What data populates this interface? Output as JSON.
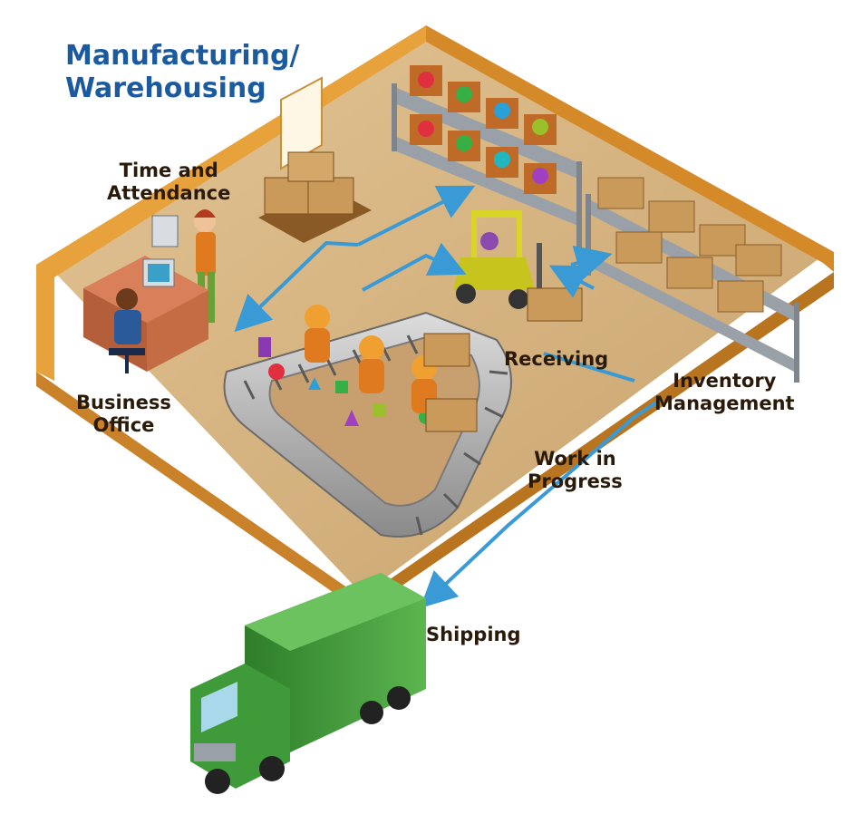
{
  "title": {
    "line1": "Manufacturing/",
    "line2": "Warehousing"
  },
  "areas": {
    "time_attendance": {
      "line1": "Time and",
      "line2": "Attendance"
    },
    "business_office": {
      "line1": "Business",
      "line2": "Office"
    },
    "receiving": "Receiving",
    "inventory": {
      "line1": "Inventory",
      "line2": "Management"
    },
    "work_in_progress": {
      "line1": "Work in",
      "line2": "Progress"
    },
    "shipping": "Shipping"
  },
  "colors": {
    "floor": "#d9b987",
    "wall": "#e8a13a",
    "wall_top": "#f2c060",
    "flow_arrow": "#3a9ad6",
    "truck": "#3f9a3a",
    "title": "#1c5aa0",
    "worker": "#e07a1f"
  }
}
